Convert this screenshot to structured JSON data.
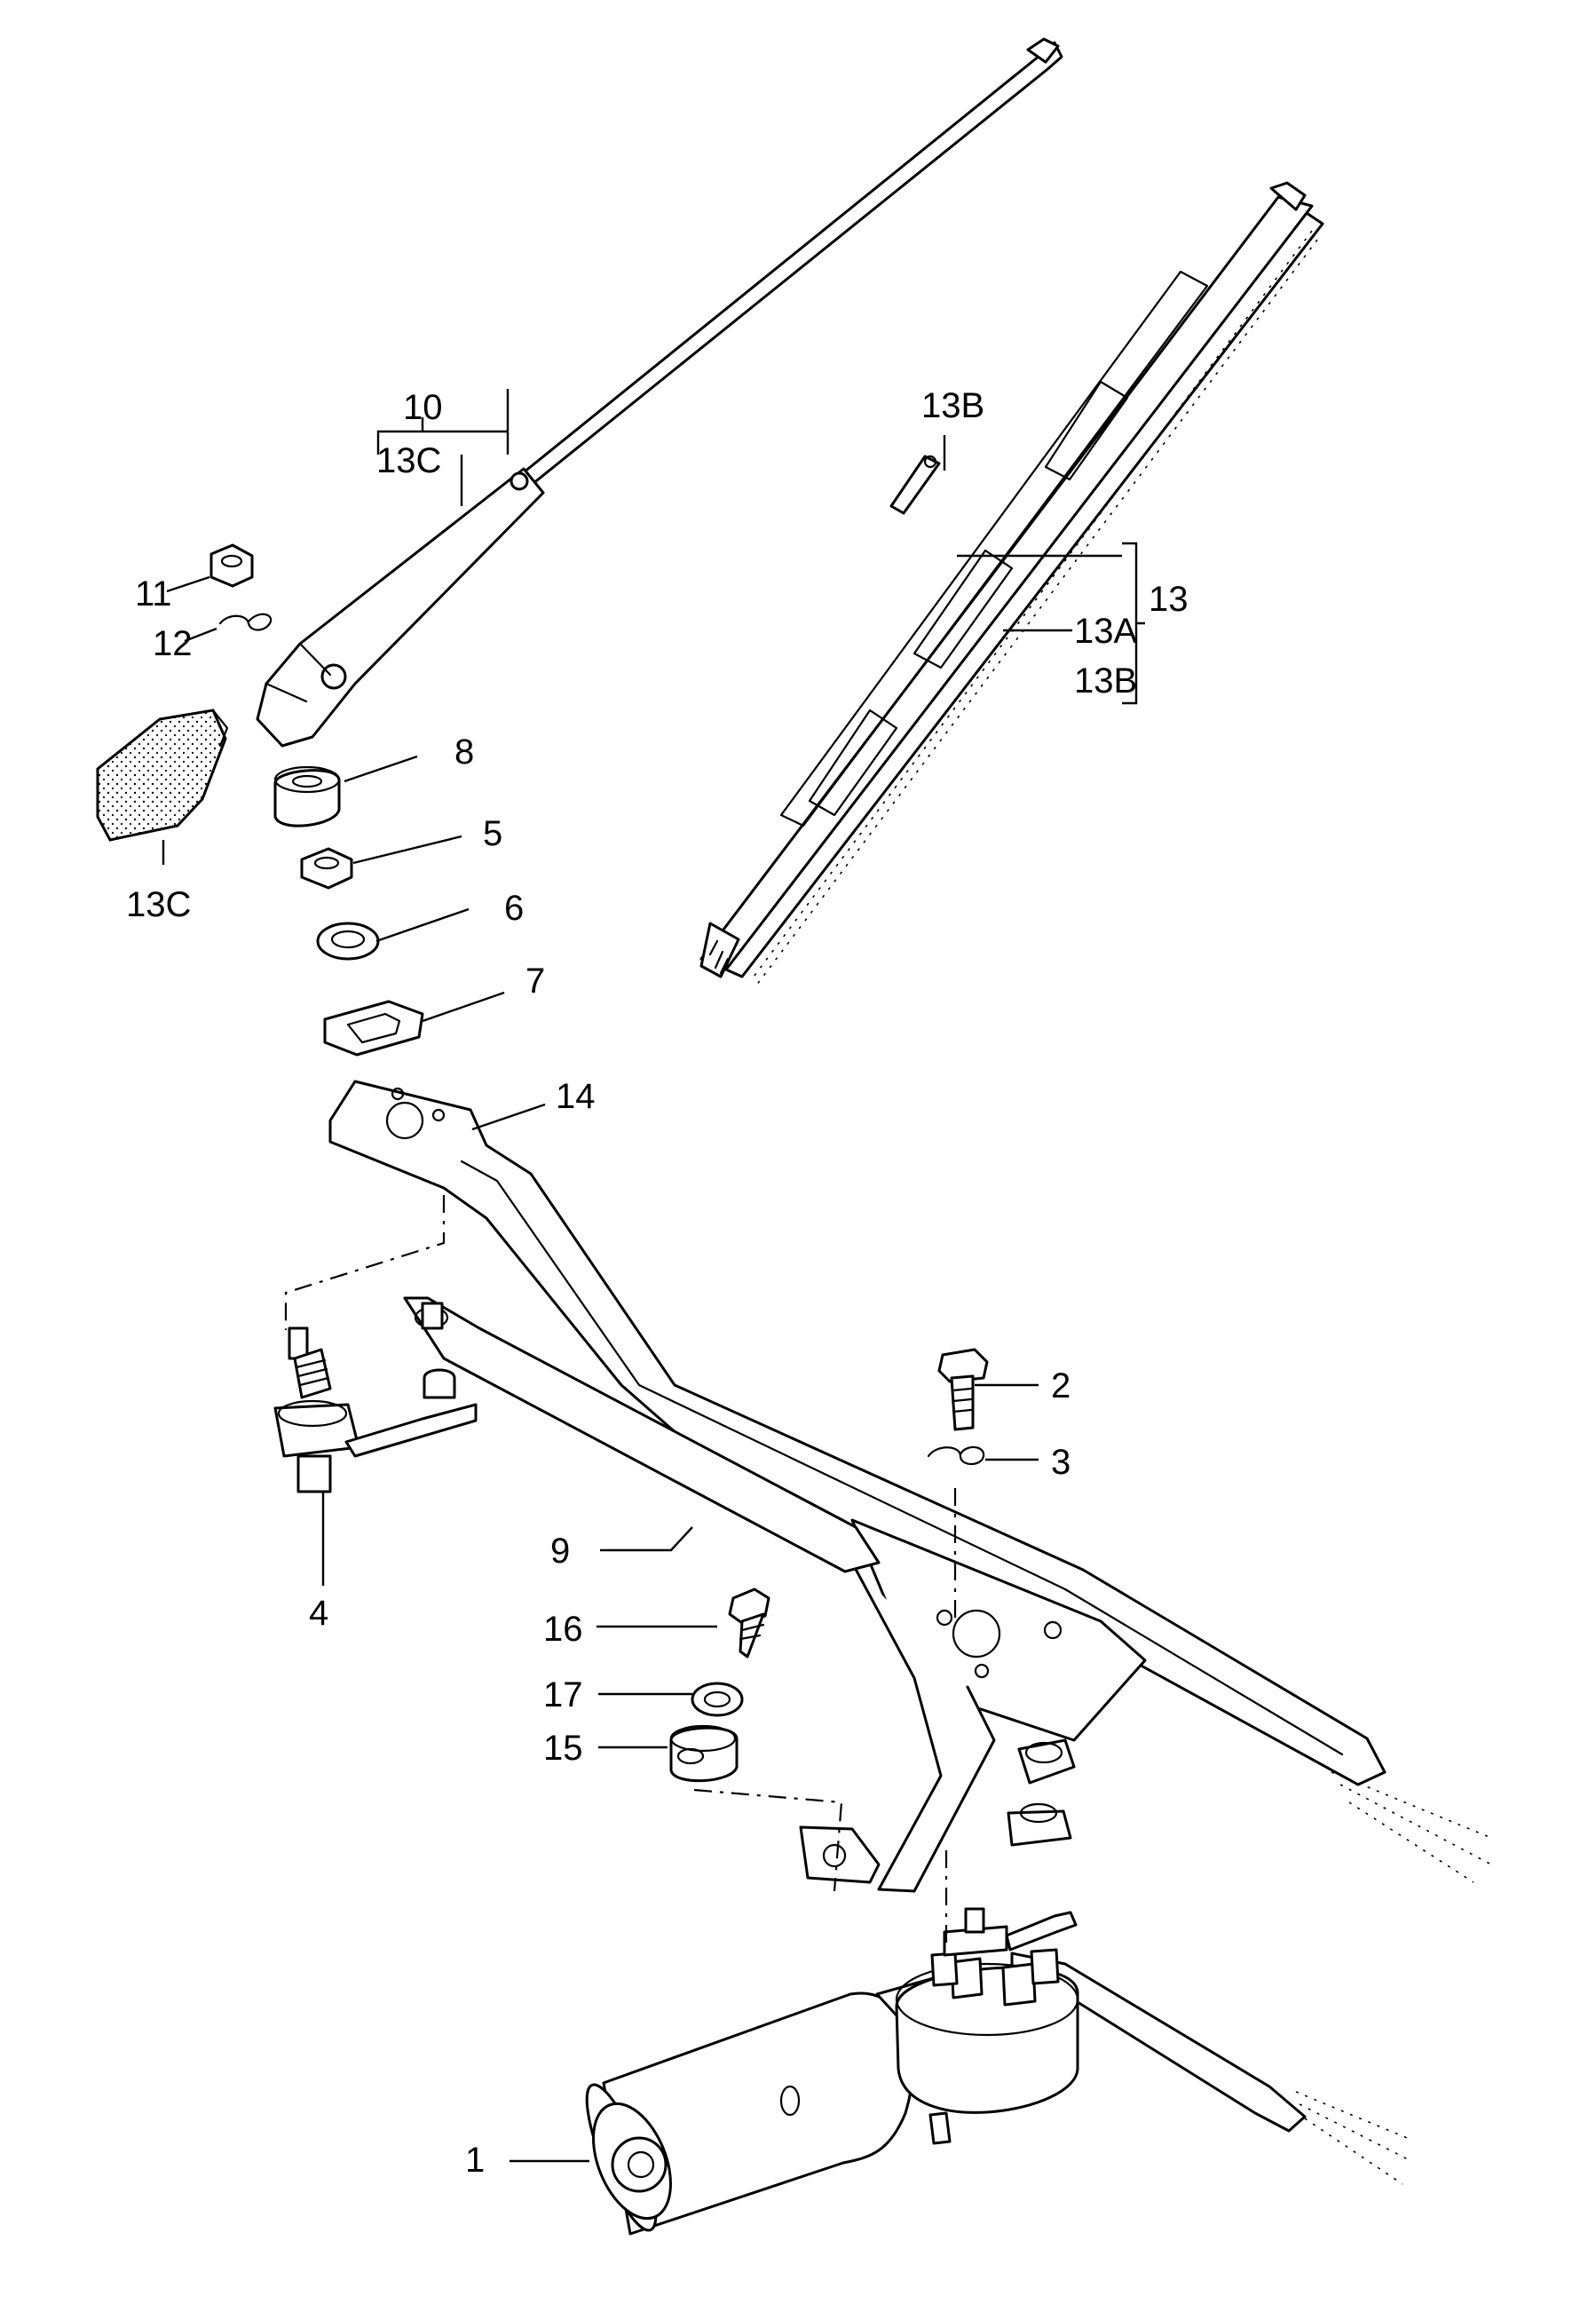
{
  "diagram": {
    "labels": {
      "p1": "1",
      "p2": "2",
      "p3": "3",
      "p4": "4",
      "p5": "5",
      "p6": "6",
      "p7": "7",
      "p8": "8",
      "p9": "9",
      "p10": "10",
      "p11": "11",
      "p12": "12",
      "p13": "13",
      "p13a_blade": "13A",
      "p13b_blade": "13B",
      "p13b_clip": "13B",
      "p13c_bracket": "13C",
      "p13c_cap": "13C",
      "p14": "14",
      "p15": "15",
      "p16": "16",
      "p17": "17"
    }
  }
}
